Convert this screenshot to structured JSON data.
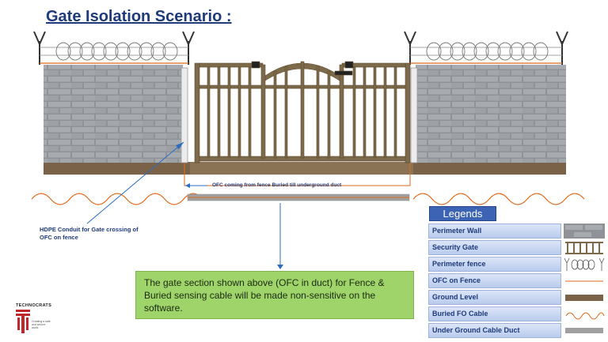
{
  "title": "Gate Isolation Scenario :",
  "labels": {
    "conduit": "HDPE Conduit for Gate crossing of OFC on fence",
    "ofc_route": "OFC coming from fence Buried till underground duct"
  },
  "note": "The gate section shown above (OFC in duct) for Fence & Buried sensing cable will be made non-sensitive on the software.",
  "legend": {
    "title": "Legends",
    "items": [
      {
        "label": "Perimeter Wall",
        "icon": "wall-swatch"
      },
      {
        "label": "Security Gate",
        "icon": "gate-swatch"
      },
      {
        "label": "Perimeter fence",
        "icon": "fence-swatch"
      },
      {
        "label": "OFC on Fence",
        "icon": "ofc-line-swatch"
      },
      {
        "label": "Ground Level",
        "icon": "ground-swatch"
      },
      {
        "label": "Buried FO Cable",
        "icon": "wave-swatch"
      },
      {
        "label": "Under Ground Cable Duct",
        "icon": "duct-swatch"
      }
    ]
  },
  "logo": {
    "name": "TECHNOCRATS",
    "tagline": "Creating a safe and secure world"
  },
  "colors": {
    "accent": "#1f3a7a",
    "note_bg": "#9ed46a",
    "cable": "#e06a1a",
    "legend_header": "#3d64b4"
  }
}
